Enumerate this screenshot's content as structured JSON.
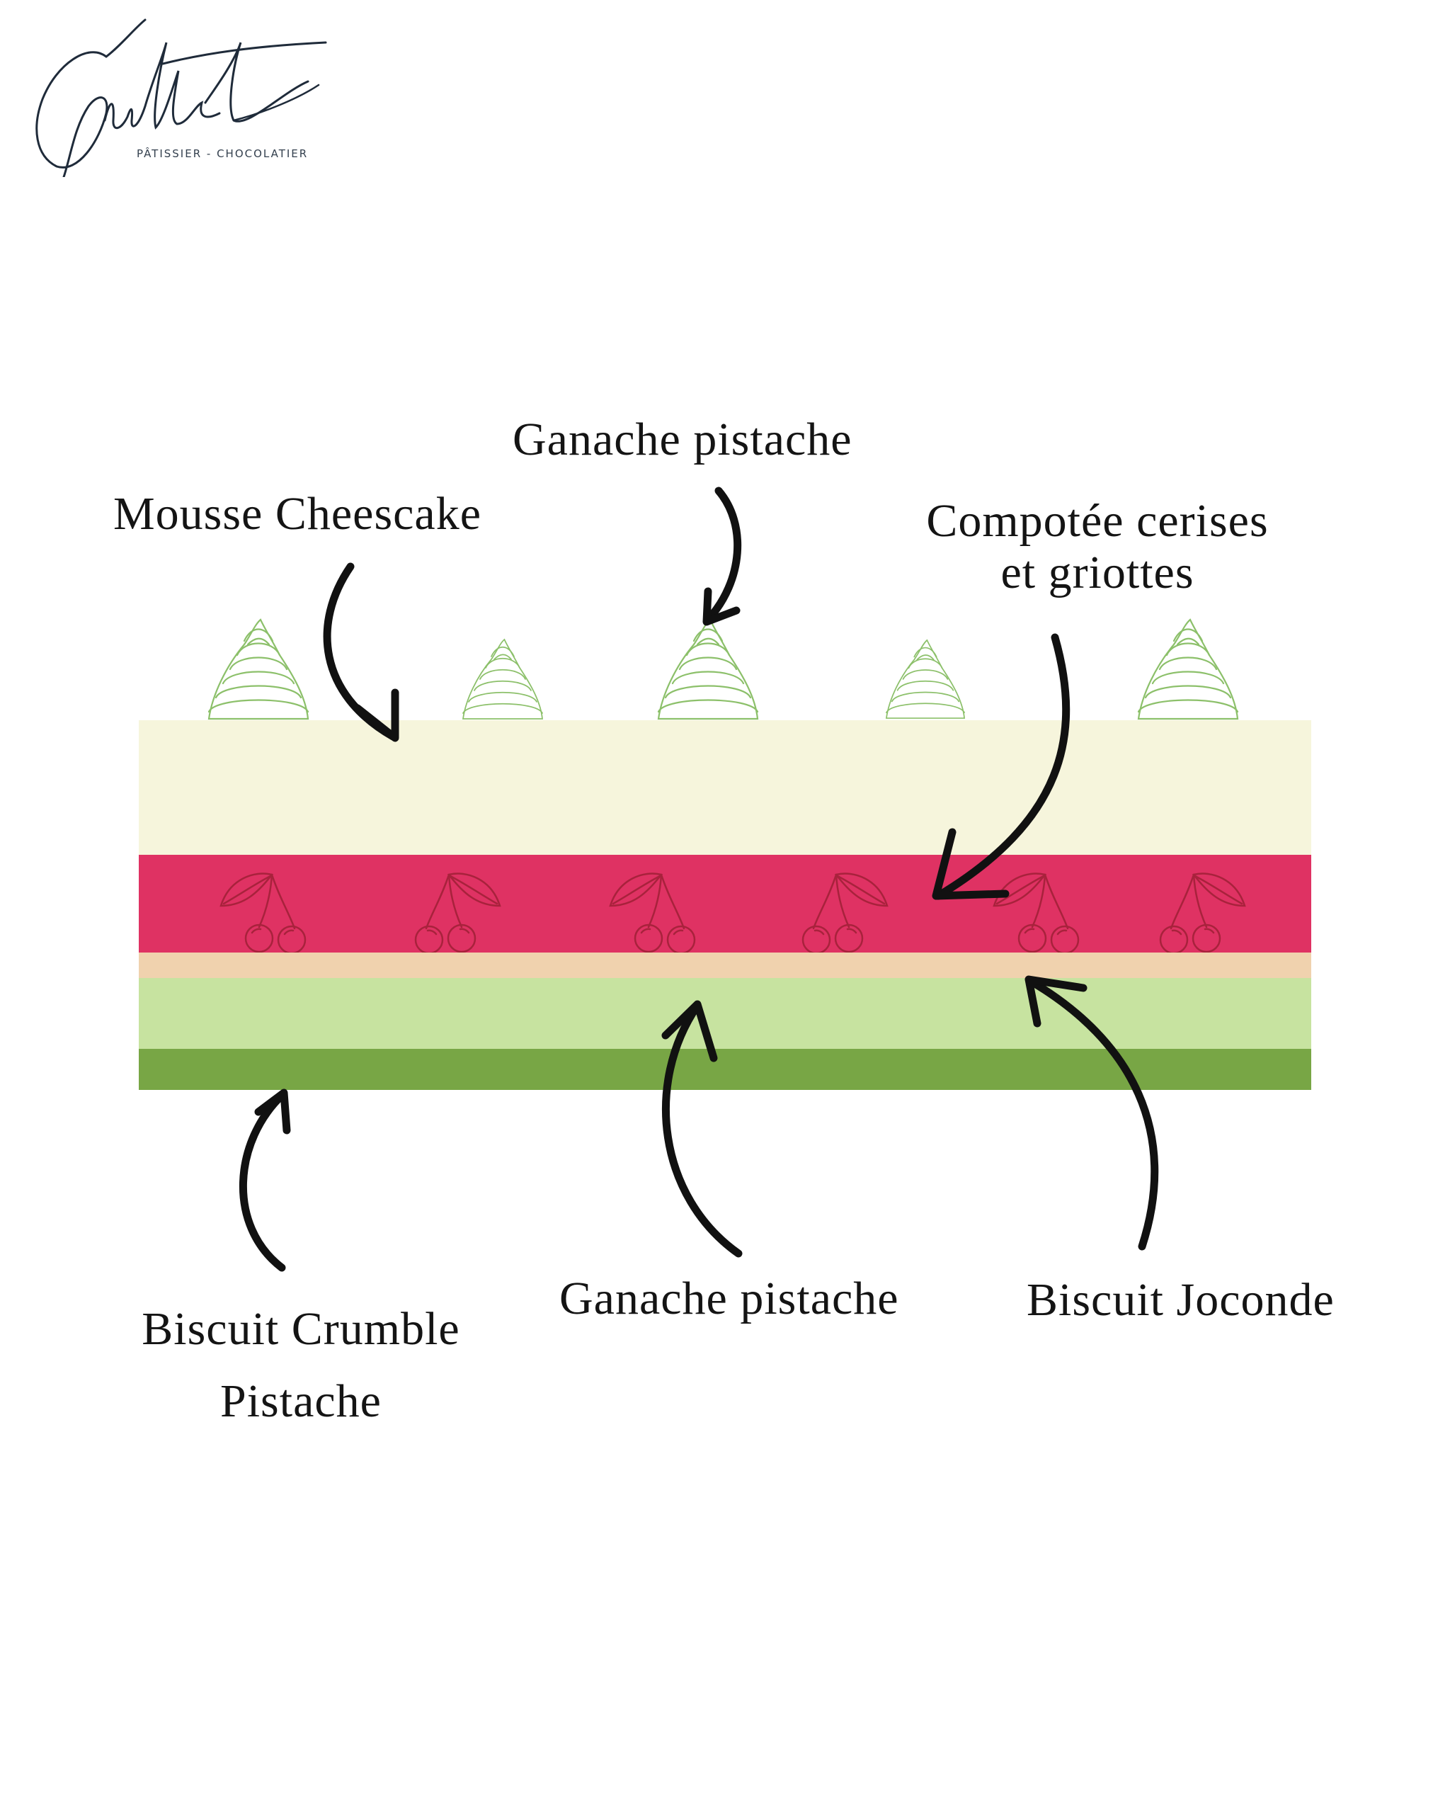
{
  "brand": {
    "signature": "Guillet",
    "subtitle": "PÂTISSIER - CHOCOLATIER"
  },
  "labels": {
    "ganache_top": "Ganache pistache",
    "mousse": "Mousse Cheescake",
    "compotee_line1": "Compotée cerises",
    "compotee_line2": "et griottes",
    "crumble_line1": "Biscuit Crumble",
    "crumble_line2": "Pistache",
    "ganache_bottom": "Ganache pistache",
    "joconde": "Biscuit Joconde"
  },
  "colors": {
    "mousse": "#f6f5dc",
    "compotee": "#df3263",
    "cherry_ink": "#a8223c",
    "joconde": "#f0d2ae",
    "ganache": "#c7e3a0",
    "crumble": "#78a645",
    "swirl_line": "#8cc06a",
    "arrow": "#111111",
    "signature": "#1f2b3a"
  },
  "icons": {
    "cherry": "cherry-icon",
    "cream_swirl": "cream-swirl-icon",
    "arrow": "curved-arrow-icon"
  }
}
